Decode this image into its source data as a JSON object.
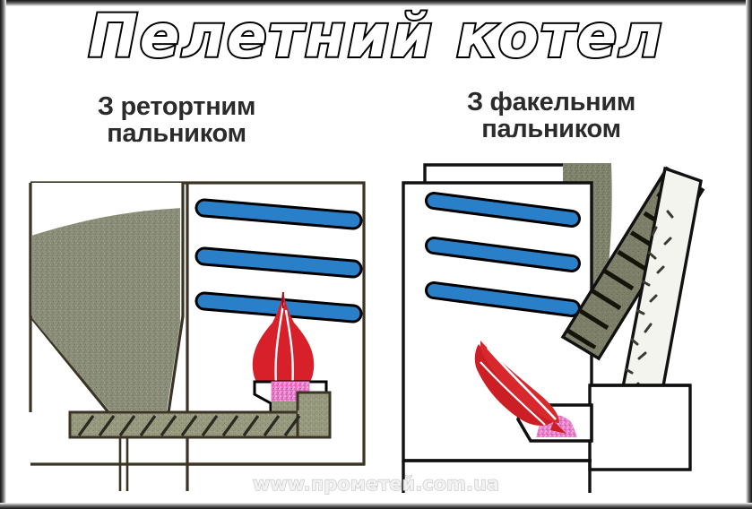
{
  "page": {
    "title": "Пелетний котел",
    "watermark": "www.прометей.com.ua",
    "background_color": "#ffffff",
    "frame_color": "#1a1a1a"
  },
  "diagrams": [
    {
      "id": "retort-burner",
      "caption": "З ретортним\nпальником",
      "caption_line1": "З ретортним",
      "caption_line2": "пальником",
      "outline_color": "#3b3323",
      "parts": {
        "hopper": "pellet-hopper",
        "pellet_fill_color": "#8a8d78",
        "heat_exchanger_tubes": 3,
        "tube_color": "#2a7fc9",
        "tube_outline_color": "#000000",
        "flame_color": "#d8202a",
        "burning_pellets_color": "#e87cc8",
        "auger": "horizontal-screw-conveyor",
        "auger_color": "#93957f",
        "support_leg": "vertical-support-leg"
      }
    },
    {
      "id": "torch-burner",
      "caption": "З факельним\nпальником",
      "caption_line1": "З факельним",
      "caption_line2": "пальником",
      "outline_color": "#111111",
      "parts": {
        "boiler_body": "boiler-cabinet",
        "heat_exchanger_tubes": 3,
        "tube_color": "#2a7fc9",
        "tube_outline_color": "#000000",
        "flame_color": "#cc1f25",
        "burning_pellets_color": "#e87cc8",
        "inclined_auger": "inclined-screw-conveyor",
        "auger_fill_color": "#7e7f68",
        "pellet_chute": "pellet-drop-chute",
        "chute_fill_color": "#f4f4ef",
        "hopper_fill_color": "#8a8d78",
        "ash_box": "ash-collection-box"
      }
    }
  ]
}
